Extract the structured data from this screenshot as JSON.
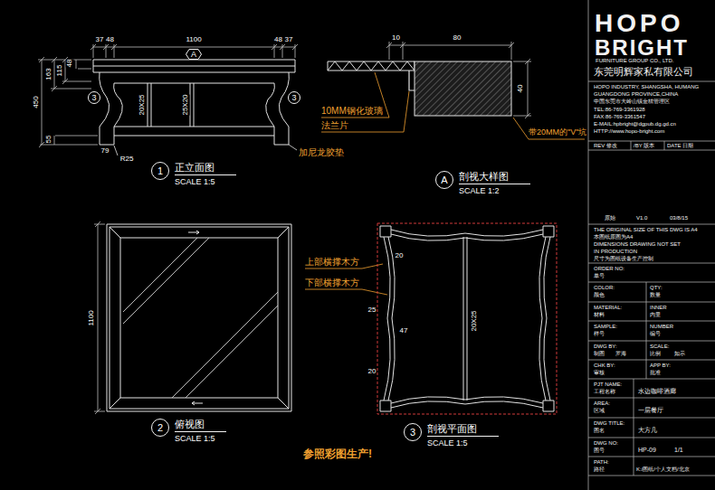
{
  "diagram": {
    "nodes": [
      {
        "text": [
          "A"
        ]
      },
      {
        "text": [
          "3"
        ]
      },
      {
        "text": [
          "3"
        ]
      },
      {
        "text": [
          "1",
          "正立面图",
          "SCALE 1:5"
        ]
      },
      {
        "text": [
          "A",
          "剖视大样图",
          "SCALE 1:2"
        ]
      },
      {
        "text": [
          "2",
          "俯视图",
          "SCALE 1:5"
        ]
      },
      {
        "text": [
          "3",
          "剖视平面图",
          "SCALE 1:5"
        ]
      }
    ],
    "labels": [
      "37",
      "48",
      "1100",
      "48",
      "37",
      "450",
      "163",
      "115",
      "48",
      "55",
      "20X25",
      "25X20",
      "79",
      "R25",
      "加尼龙胶垫",
      "10",
      "80",
      "40",
      "10MM钢化玻璃",
      "法兰片",
      "带20MM的\"V\"坑",
      "1100",
      "上部横撑木方",
      "下部横撑木方",
      "20",
      "25",
      "20X25",
      "47",
      "20",
      "参照彩图生产!",
      "HOPO",
      "BRIGHT",
      "FURNITURE GROUP CO., LTD.",
      "东莞明辉家私有限公司",
      "HOPO INDUSTRY, SHANGSHA, HUMANG",
      "GUANGDONG PROVINCE,CHINA",
      "中国东莞市大岭山镇金桔管理区",
      "TEL:86-769-3361928",
      "FAX:86-769-3361547",
      "E-MAIL:hpbright@dgpub.dg.gd.cn",
      "HTTP://www.hopo-bright.com",
      "REV 修改",
      "/BY 版本",
      "DATE 日期",
      "原始",
      "V1.0",
      "03/8/15",
      "THE ORIGINAL SIZE OF THIS DWG IS A4",
      "本图纸原图为A4",
      "DIMENSIONS DRAWING NOT SET",
      "IN PRODUCTION",
      "尺寸为图纸设备生产控制",
      "ORDER NO:",
      "单号",
      "COLOR:",
      "QTY:",
      "颜色",
      "数量",
      "MATERIAL:",
      "INNER",
      "材料",
      "内里",
      "SAMPLE:",
      "NUMBER",
      "样号",
      "编号",
      "DWG BY:",
      "SCALE:",
      "制图",
      "罗海",
      "比例",
      "如示",
      "CHK BY:",
      "APP BY:",
      "审核",
      "批准",
      "PJT NAME:",
      "工程名称",
      "水边咖啡酒廊",
      "AREA:",
      "区域",
      "一层餐厅",
      "DWG TITLE:",
      "图名",
      "大方几",
      "DWG NO:",
      "图号",
      "HP-09",
      "1/1",
      "PATH:",
      "路径",
      "K:/图纸/个人文档/北京"
    ]
  }
}
